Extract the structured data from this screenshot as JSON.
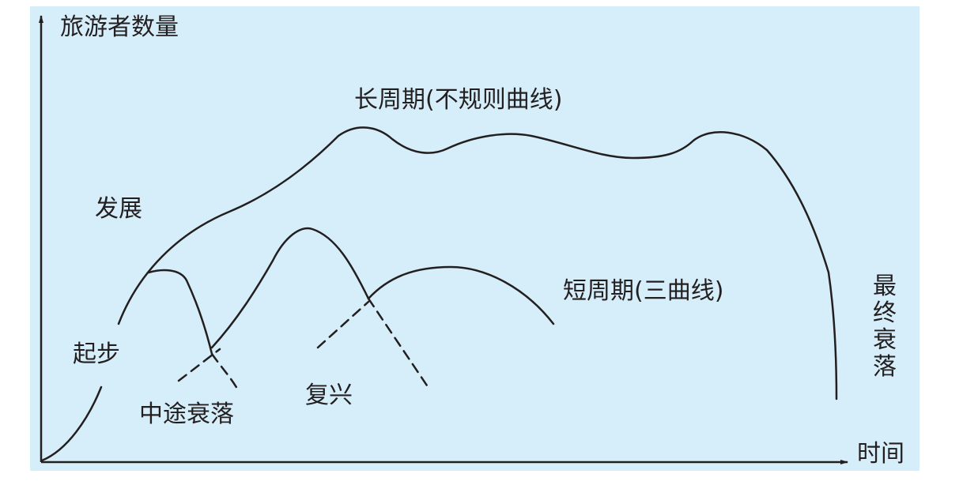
{
  "diagram": {
    "y_axis_label": "旅游者数量",
    "x_axis_label": "时间",
    "labels": {
      "long_cycle": "长周期(不规则曲线)",
      "short_cycle": "短周期(三曲线)",
      "development": "发展",
      "start": "起步",
      "midway_decline": "中途衰落",
      "revival": "复兴",
      "final_decline": "最终衰落"
    },
    "colors": {
      "background": "#d6eef9",
      "line": "#231f20"
    }
  }
}
